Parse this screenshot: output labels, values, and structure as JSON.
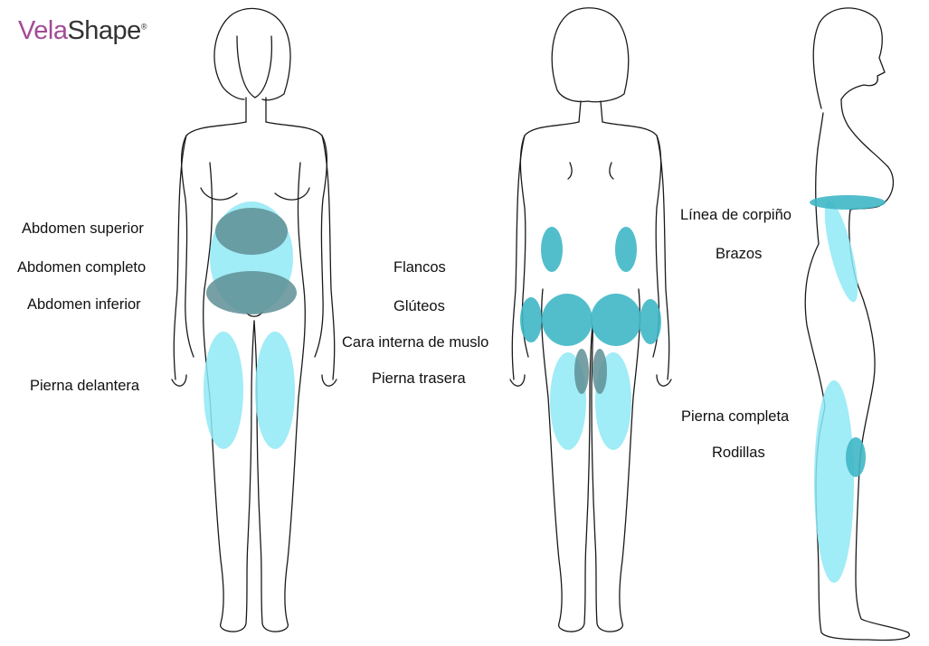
{
  "brand": {
    "part1": "Vela",
    "part2": "Shape",
    "mark": "®"
  },
  "colors": {
    "zone_light": "#8fe9f6",
    "zone_dark": "#3fb7c7",
    "overlap": "#5e8f95",
    "outline": "#1a1a1a",
    "brand": "#a24a97"
  },
  "labels": {
    "front": {
      "upper_abdomen": "Abdomen superior",
      "full_abdomen": "Abdomen completo",
      "lower_abdomen": "Abdomen inferior",
      "front_leg": "Pierna delantera"
    },
    "back": {
      "flanks": "Flancos",
      "buttocks": "Glúteos",
      "inner_thigh": "Cara interna de muslo",
      "back_leg": "Pierna trasera"
    },
    "side": {
      "bra_line": "Línea de corpiño",
      "arms": "Brazos",
      "full_leg": "Pierna completa",
      "knees": "Rodillas"
    }
  }
}
